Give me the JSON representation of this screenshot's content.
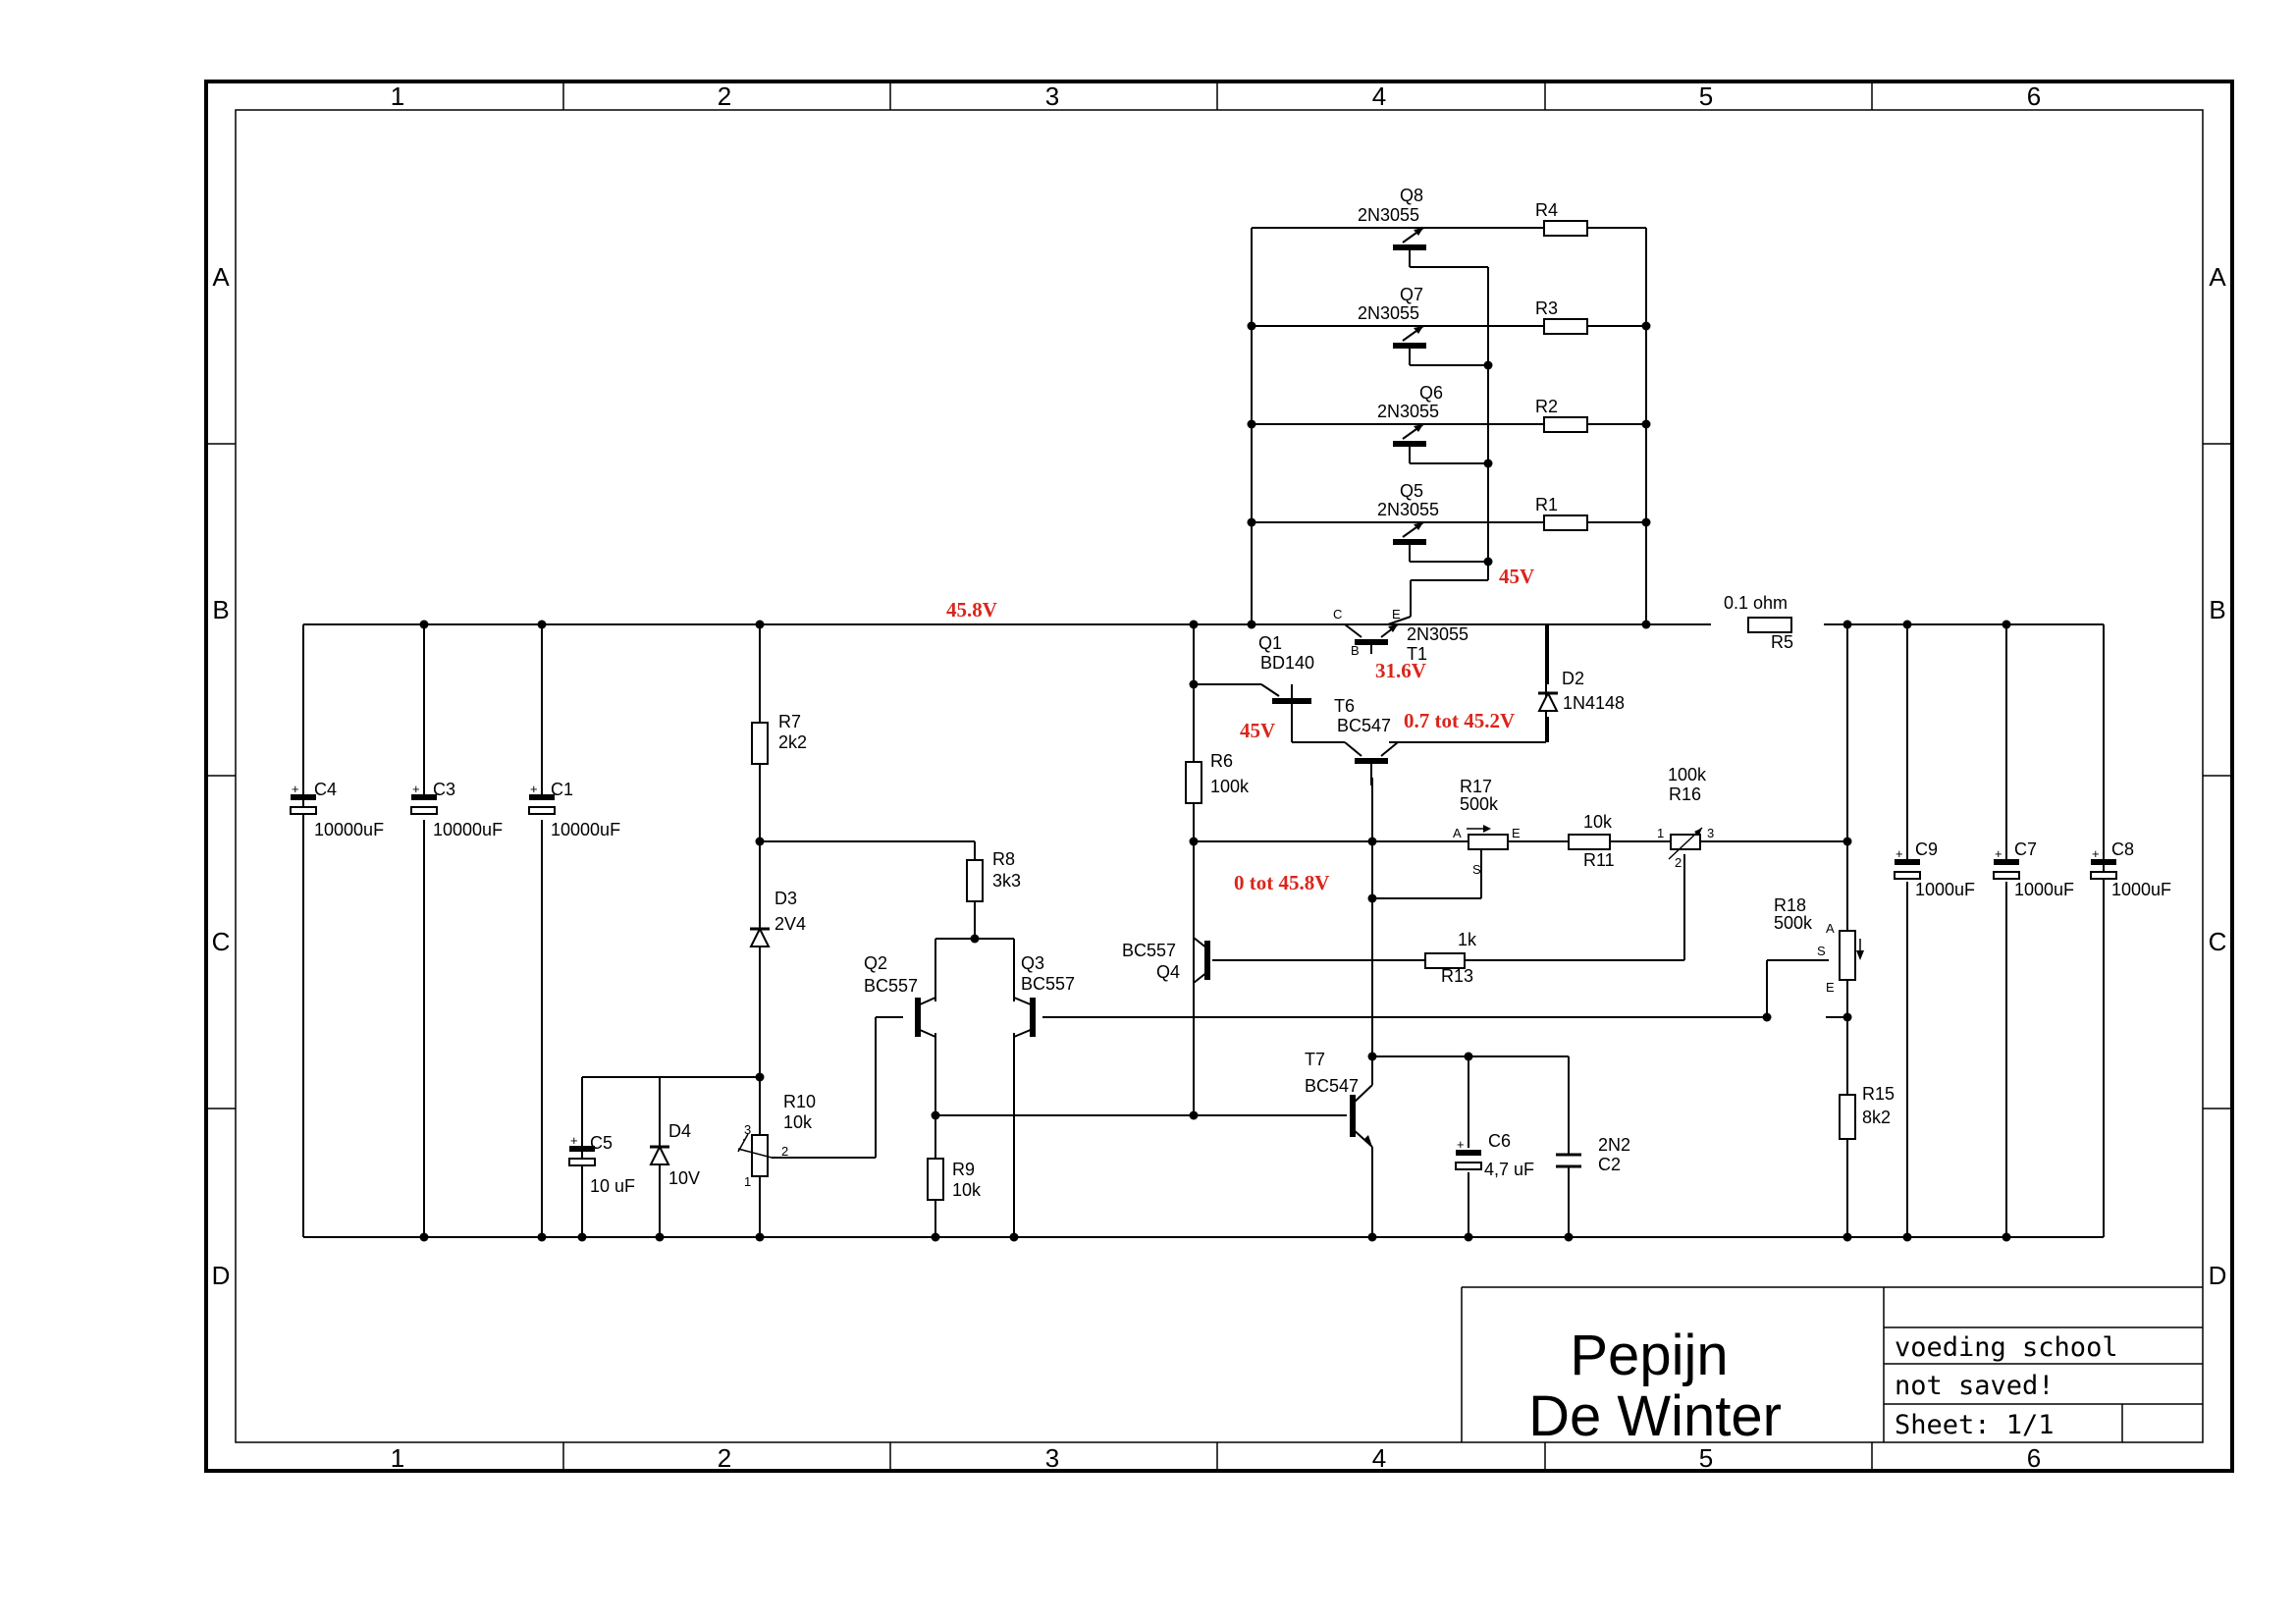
{
  "frame": {
    "columns": [
      "1",
      "2",
      "3",
      "4",
      "5",
      "6"
    ],
    "rows": [
      "A",
      "B",
      "C",
      "D"
    ]
  },
  "title_block": {
    "author_line1": "Pepijn",
    "author_line2": "De Winter",
    "project": "voeding school",
    "status": "not saved!",
    "sheet": "Sheet: 1/1"
  },
  "voltages": {
    "rail": "45.8V",
    "drivers": "45V",
    "t1_base": "31.6V",
    "q1_base": "45V",
    "t6_base": "0.7 tot 45.2V",
    "output": "0 tot 45.8V"
  },
  "components": {
    "q8": {
      "name": "Q8",
      "value": "2N3055"
    },
    "q7": {
      "name": "Q7",
      "value": "2N3055"
    },
    "q6": {
      "name": "Q6",
      "value": "2N3055"
    },
    "q5": {
      "name": "Q5",
      "value": "2N3055"
    },
    "r1": {
      "name": "R1"
    },
    "r2": {
      "name": "R2"
    },
    "r3": {
      "name": "R3"
    },
    "r4": {
      "name": "R4"
    },
    "t1": {
      "name": "T1",
      "value": "2N3055",
      "pin_c": "C",
      "pin_b": "B",
      "pin_e": "E"
    },
    "q1": {
      "name": "Q1",
      "value": "BD140"
    },
    "t6": {
      "name": "T6",
      "value": "BC547"
    },
    "d2": {
      "name": "D2",
      "value": "1N4148"
    },
    "r5": {
      "name": "R5",
      "value": "0.1 ohm"
    },
    "r6": {
      "name": "R6",
      "value": "100k"
    },
    "r7": {
      "name": "R7",
      "value": "2k2"
    },
    "r8": {
      "name": "R8",
      "value": "3k3"
    },
    "r9": {
      "name": "R9",
      "value": "10k"
    },
    "r10": {
      "name": "R10",
      "value": "10k",
      "pin1": "1",
      "pin2": "2",
      "pin3": "3"
    },
    "r11": {
      "name": "R11",
      "value": "10k"
    },
    "r13": {
      "name": "R13",
      "value": "1k"
    },
    "r15": {
      "name": "R15",
      "value": "8k2"
    },
    "r16": {
      "name": "R16",
      "value": "100k",
      "pin1": "1",
      "pin2": "2",
      "pin3": "3"
    },
    "r17": {
      "name": "R17",
      "value": "500k",
      "pin_a": "A",
      "pin_e": "E",
      "pin_s": "S"
    },
    "r18": {
      "name": "R18",
      "value": "500k",
      "pin_a": "A",
      "pin_e": "E",
      "pin_s": "S"
    },
    "d3": {
      "name": "D3",
      "value": "2V4"
    },
    "d4": {
      "name": "D4",
      "value": "10V"
    },
    "q2": {
      "name": "Q2",
      "value": "BC557"
    },
    "q3": {
      "name": "Q3",
      "value": "BC557"
    },
    "q4": {
      "name": "Q4",
      "value": "BC557"
    },
    "t7": {
      "name": "T7",
      "value": "BC547"
    },
    "c1": {
      "name": "C1",
      "value": "10000uF"
    },
    "c3": {
      "name": "C3",
      "value": "10000uF"
    },
    "c4": {
      "name": "C4",
      "value": "10000uF"
    },
    "c5": {
      "name": "C5",
      "value": "10 uF"
    },
    "c6": {
      "name": "C6",
      "value": "4,7 uF"
    },
    "c2": {
      "name": "C2",
      "value": "2N2"
    },
    "c7": {
      "name": "C7",
      "value": "1000uF"
    },
    "c8": {
      "name": "C8",
      "value": "1000uF"
    },
    "c9": {
      "name": "C9",
      "value": "1000uF"
    }
  }
}
